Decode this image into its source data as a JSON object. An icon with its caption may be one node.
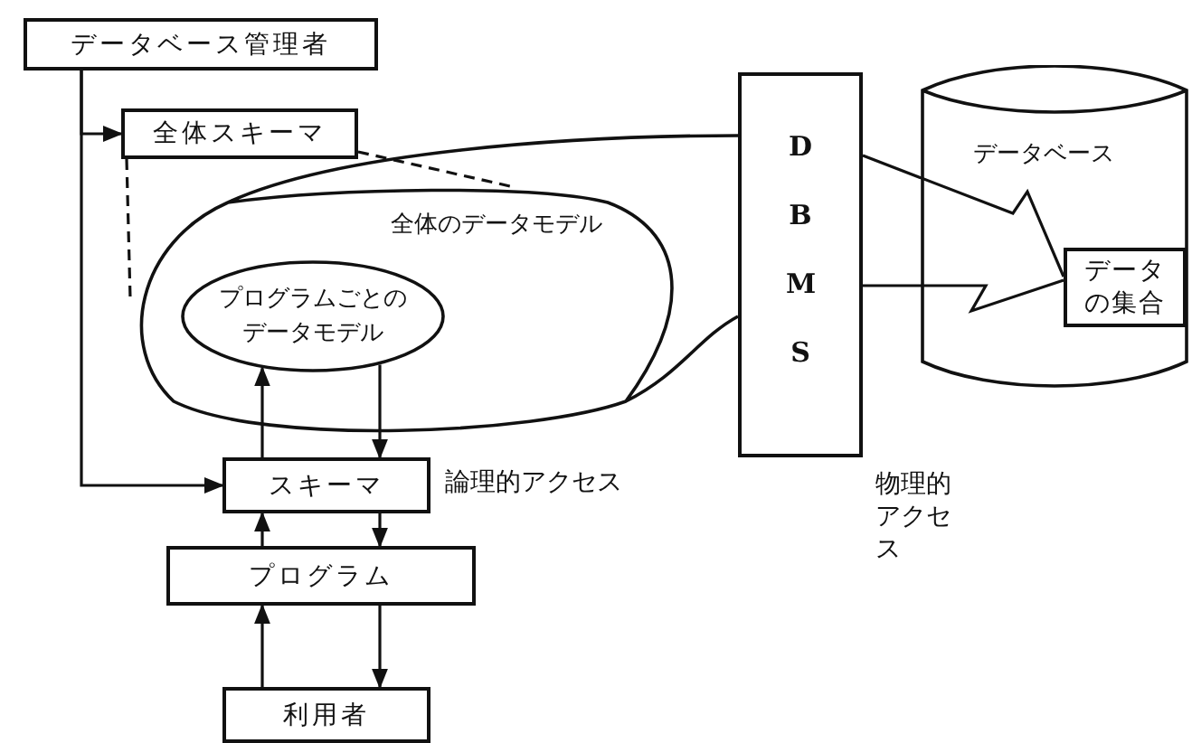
{
  "diagram": {
    "nodes": [
      {
        "text": [
          "データベース管理者"
        ]
      },
      {
        "text": [
          "全体スキーマ"
        ]
      },
      {
        "text": [
          "全体のデータモデル"
        ]
      },
      {
        "text": [
          "プログラムごとのデータモデル"
        ],
        "in": 2
      },
      {
        "text": [
          "スキーマ"
        ],
        "beside": [
          "論理的アクセス"
        ]
      },
      {
        "text": [
          "プログラム"
        ]
      },
      {
        "text": [
          "利用者"
        ]
      },
      {
        "text": [
          "DBMS"
        ],
        "beside": [
          "物理的アクセス"
        ]
      },
      {
        "text": [
          "データベース"
        ]
      },
      {
        "text": [
          "データの集合"
        ],
        "in": 8
      }
    ],
    "edges": [
      {
        "from": 0,
        "to": 1,
        "arrow": "to"
      },
      {
        "from": 0,
        "to": 4,
        "arrow": "to"
      },
      {
        "from": 1,
        "to": 2,
        "arrow": "none",
        "style": "dashed"
      },
      {
        "from": 1,
        "to": 2,
        "arrow": "none",
        "style": "dashed"
      },
      {
        "from": 4,
        "to": 3,
        "arrow": "to"
      },
      {
        "from": 3,
        "to": 4,
        "arrow": "to"
      },
      {
        "from": 5,
        "to": 4,
        "arrow": "to"
      },
      {
        "from": 4,
        "to": 5,
        "arrow": "to"
      },
      {
        "from": 6,
        "to": 5,
        "arrow": "to"
      },
      {
        "from": 5,
        "to": 6,
        "arrow": "to"
      },
      {
        "from": 7,
        "to": 9,
        "arrow": "none"
      },
      {
        "from": 7,
        "to": 9,
        "arrow": "none"
      }
    ]
  }
}
